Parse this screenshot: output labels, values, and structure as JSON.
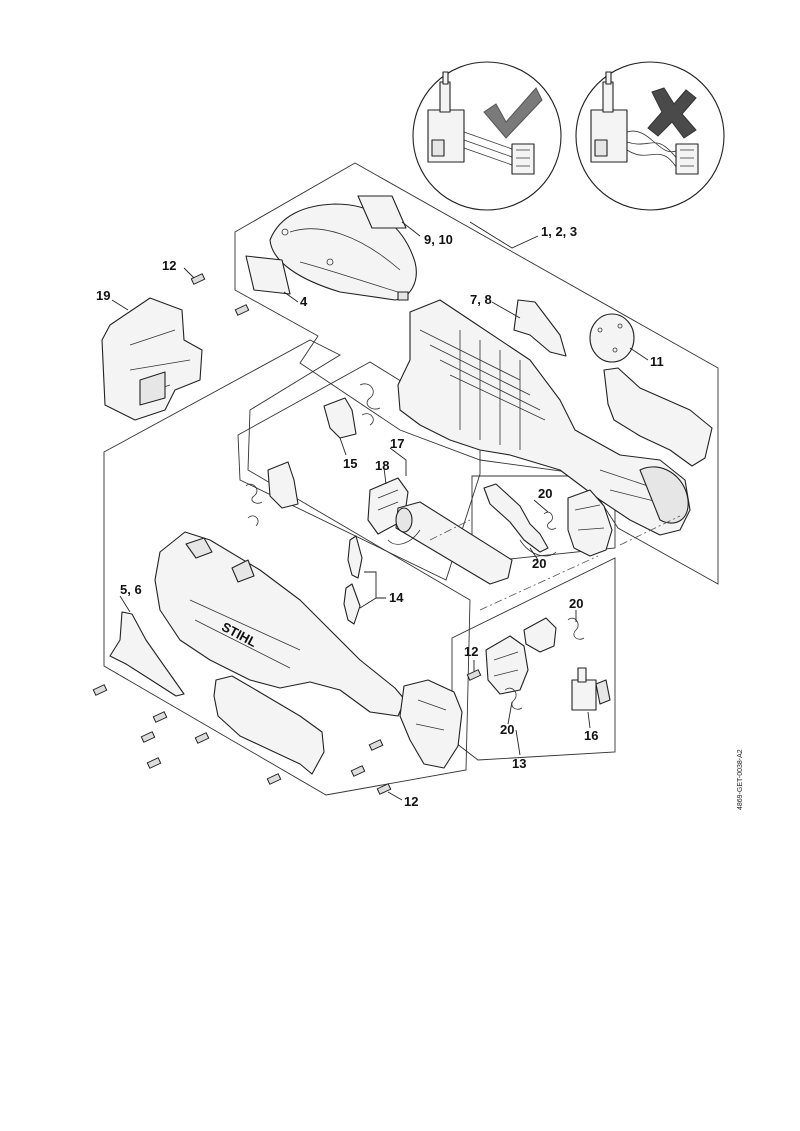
{
  "labels": {
    "l123": "1, 2, 3",
    "l910": "9, 10",
    "l12a": "12",
    "l4": "4",
    "l19": "19",
    "l78": "7, 8",
    "l11": "11",
    "l15": "15",
    "l17": "17",
    "l18": "18",
    "l20a": "20",
    "l20b": "20",
    "l20c": "20",
    "l20d": "20",
    "l14": "14",
    "l56": "5, 6",
    "l12b": "12",
    "l12c": "12",
    "l13": "13",
    "l16": "16"
  },
  "brand": "STIHL",
  "doc_code": "4869-GET-0038-A2",
  "icons": {
    "correct": "check-mark-icon",
    "incorrect": "cross-mark-icon"
  },
  "colors": {
    "line": "#222222",
    "fill": "#f4f4f4",
    "mark": "#666666"
  }
}
